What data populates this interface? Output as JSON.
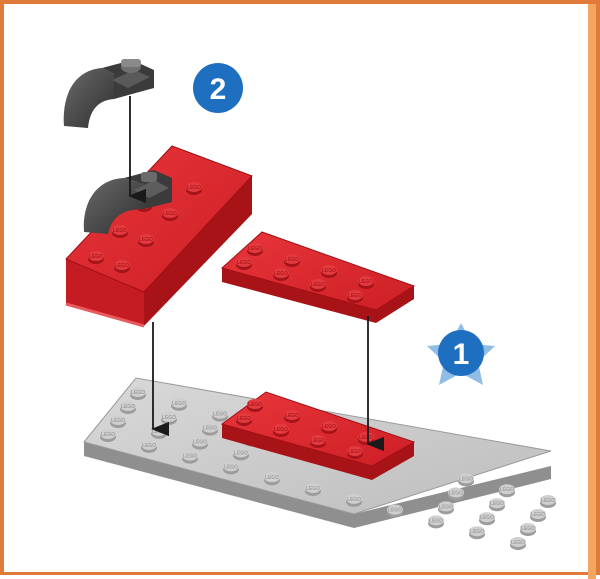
{
  "instructions": {
    "steps": [
      {
        "number": "1",
        "marker": "star-badge"
      },
      {
        "number": "2",
        "marker": "round-badge"
      }
    ],
    "stud_marking": "LEGO",
    "colors": {
      "frame": "#e07a3a",
      "frame_rail": "#f4a55e",
      "badge_blue": "#1f6fc0",
      "star_blue": "#8fbde6",
      "red_brick": "#d9262c",
      "gray_plate": "#b9b9b9",
      "dark_gray_piece": "#4a4a4a"
    },
    "parts": [
      {
        "name": "red-brick-2x4",
        "color": "red"
      },
      {
        "name": "red-plate-2x4",
        "color": "red"
      },
      {
        "name": "gray-plate-base",
        "color": "light-gray"
      },
      {
        "name": "dark-gray-slope-curved",
        "color": "dark-gray",
        "count": 2
      },
      {
        "name": "dark-gray-tile-1x1",
        "color": "dark-gray"
      }
    ]
  }
}
